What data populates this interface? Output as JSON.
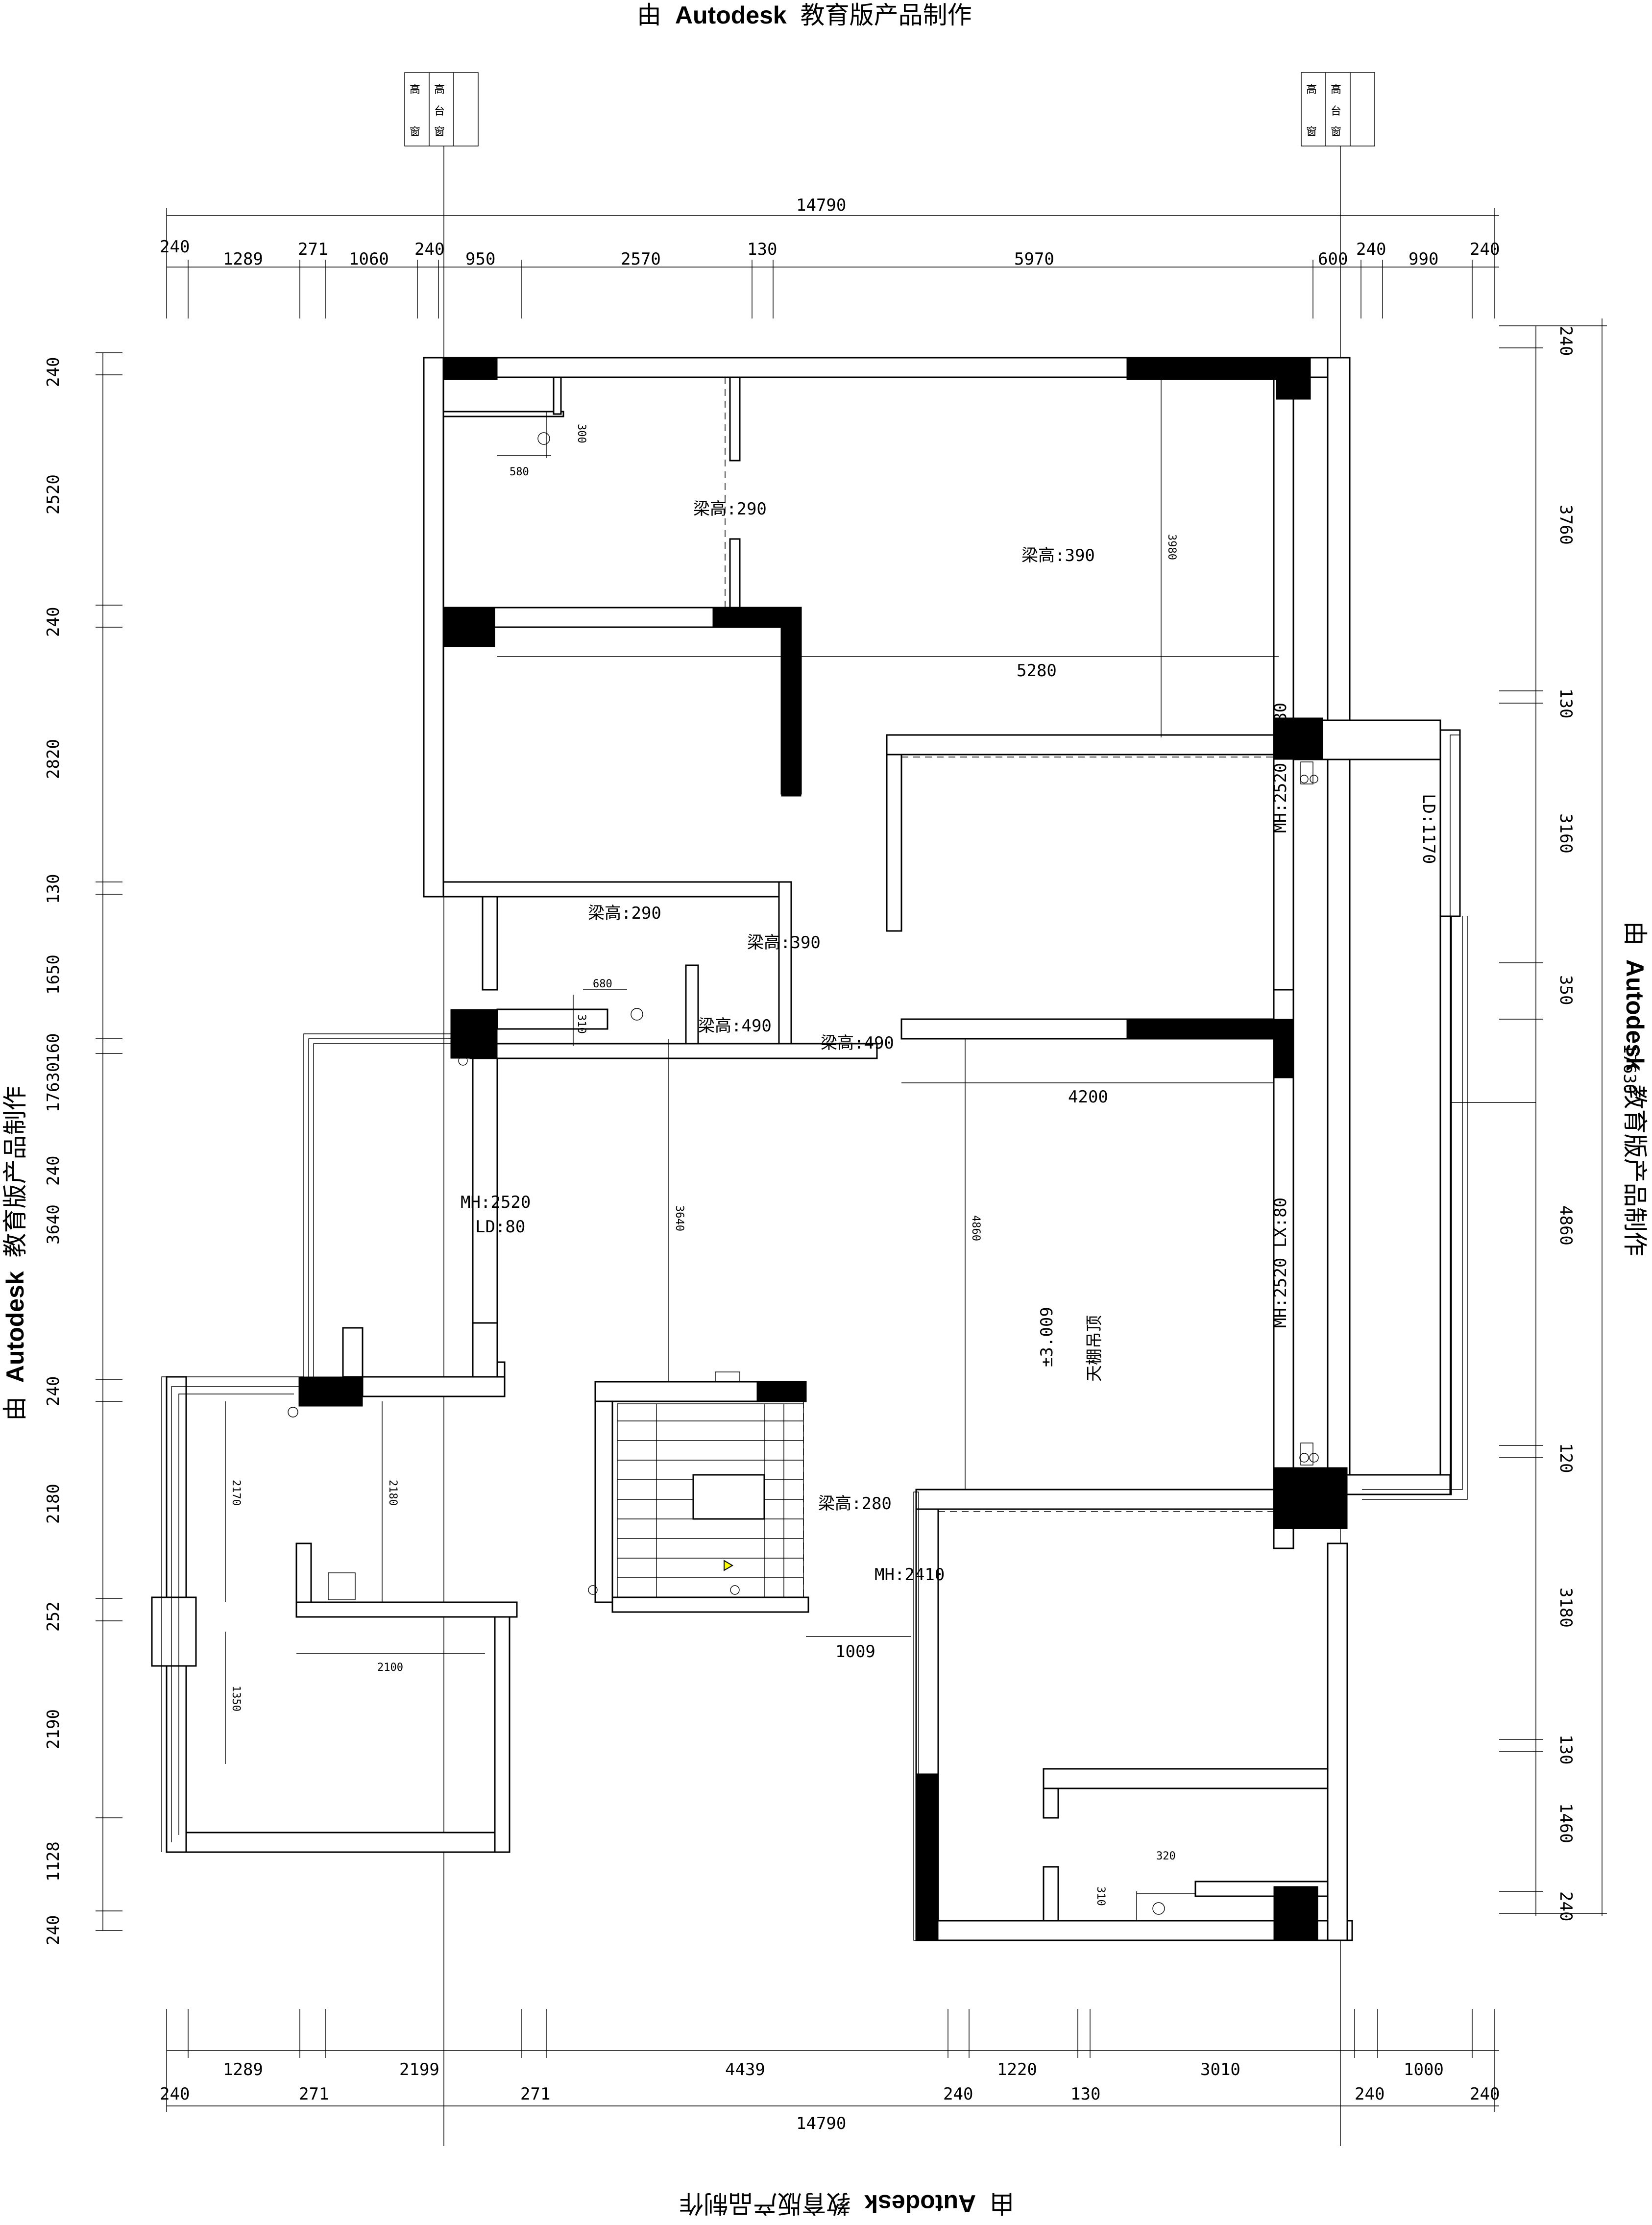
{
  "watermark": {
    "prefix": "由",
    "brand": "Autodesk",
    "suffix": "教育版产品制作"
  },
  "window_tags": {
    "left": [
      "高",
      "窗",
      "高",
      "台",
      "窗"
    ],
    "right": [
      "高",
      "窗",
      "高",
      "台",
      "窗"
    ]
  },
  "dimensions": {
    "top_total": "14790",
    "top_segments": [
      "240",
      "1289",
      "271",
      "1060",
      "240",
      "950",
      "2570",
      "130",
      "5970",
      "600",
      "240",
      "990",
      "240"
    ],
    "bottom_segments_upper": [
      "1289",
      "2199",
      "4439",
      "1220",
      "3010",
      "1000"
    ],
    "bottom_segments_lower": [
      "240",
      "271",
      "271",
      "240",
      "130",
      "240",
      "240"
    ],
    "bottom_total": "14790",
    "left_segments": [
      "240",
      "2520",
      "240",
      "2820",
      "130",
      "1650",
      "160",
      "3640",
      "240",
      "2180",
      "252",
      "2190",
      "1128",
      "240"
    ],
    "left_total": "17630",
    "right_segments": [
      "240",
      "3760",
      "130",
      "3160",
      "350",
      "4860",
      "120",
      "3180",
      "130",
      "1460",
      "240"
    ],
    "right_total": "17630"
  },
  "room_labels": {
    "beam_290_a": "梁高:290",
    "beam_390_a": "梁高:390",
    "beam_290_b": "梁高:290",
    "beam_390_b": "梁高:390",
    "beam_490_a": "梁高:490",
    "beam_490_b": "梁高:490",
    "beam_280": "梁高:280",
    "door_mh_ld_mh": "MH:2520",
    "door_mh_ld_ld": "LD:80",
    "mh_lx_1": "MH:2520  LX:80",
    "mh_lx_2": "MH:2520  LX:80",
    "mh_2410": "MH:2410",
    "ld_1170": "LD:1170",
    "ceiling_level": "±3.009",
    "ceiling_note": "天棚吊顶"
  },
  "inner_dims": {
    "d300": "300",
    "d580": "580",
    "d3980": "3980",
    "d5280": "5280",
    "d680": "680",
    "d310a": "310",
    "d4200": "4200",
    "d3640": "3640",
    "d4860": "4860",
    "d2170": "2170",
    "d2180": "2180",
    "d2100": "2100",
    "d1350": "1350",
    "d1009": "1009",
    "d320": "320",
    "d310b": "310"
  }
}
